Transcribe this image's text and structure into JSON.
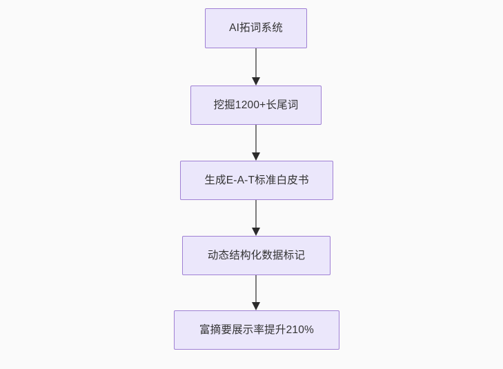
{
  "diagram": {
    "type": "flowchart",
    "direction": "top-to-bottom",
    "background_color": "#fafafa",
    "node_fill_color": "#ebe7fb",
    "node_border_color": "#9f7fd4",
    "node_text_color": "#333333",
    "edge_color": "#7c7c7c",
    "arrowhead_color": "#2b2b2b",
    "nodes": [
      {
        "id": "n1",
        "label": "AI拓词系统"
      },
      {
        "id": "n2",
        "label": "挖掘1200+长尾词"
      },
      {
        "id": "n3",
        "label": "生成E-A-T标准白皮书"
      },
      {
        "id": "n4",
        "label": "动态结构化数据标记"
      },
      {
        "id": "n5",
        "label": "富摘要展示率提升210%"
      }
    ],
    "edges": [
      {
        "from": "n1",
        "to": "n2"
      },
      {
        "from": "n2",
        "to": "n3"
      },
      {
        "from": "n3",
        "to": "n4"
      },
      {
        "from": "n4",
        "to": "n5"
      }
    ]
  }
}
